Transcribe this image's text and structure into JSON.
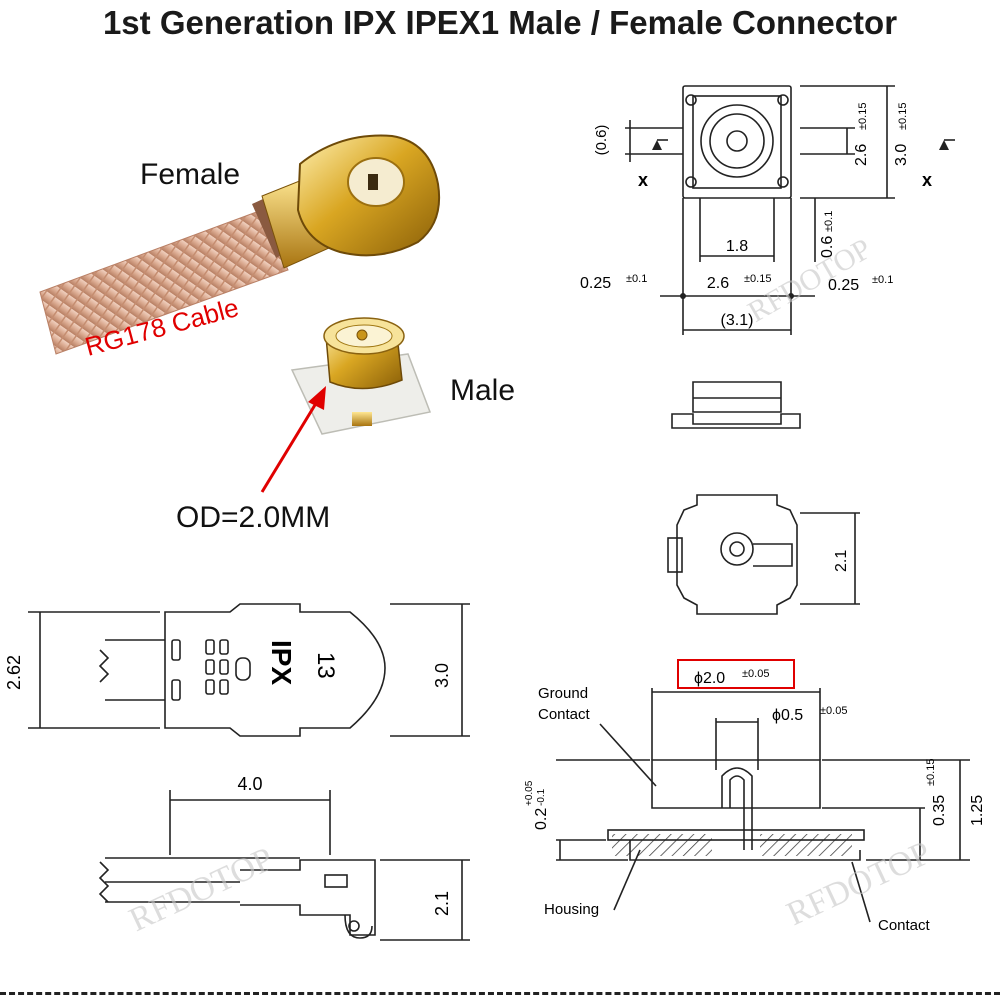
{
  "title": "1st Generation IPX IPEX1 Male / Female Connector",
  "watermark": "RFDOTOP",
  "photo": {
    "female_label": "Female",
    "cable_label": "RG178 Cable",
    "male_label": "Male",
    "od_label": "OD=2.0MM",
    "cable_label_color": "#e00000",
    "arrow_color": "#e00000"
  },
  "female_top_drawing": {
    "dim_0_6_paren": "(0.6)",
    "dim_2_6_vert": "2.6",
    "tol_2_6_vert": "±0.15",
    "dim_3_0_vert": "3.0",
    "tol_3_0_vert": "±0.15",
    "dim_0_6_side": "0.6",
    "tol_0_6_side": "±0.1",
    "dim_1_8": "1.8",
    "dim_2_6_horiz": "2.6",
    "tol_2_6_horiz": "±0.15",
    "dim_3_1_paren": "(3.1)",
    "dim_0_25_left": "0.25",
    "tol_0_25_left": "±0.1",
    "dim_0_25_right": "0.25",
    "tol_0_25_right": "±0.1",
    "section_mark": "x"
  },
  "female_bottom_drawing": {
    "dim_2_1": "2.1"
  },
  "male_plug_drawing": {
    "dim_2_62": "2.62",
    "dim_3_0": "3.0",
    "dim_4_0": "4.0",
    "dim_2_1": "2.1",
    "stamp_ipx": "IPX",
    "stamp_13": "13"
  },
  "section_drawing": {
    "phi_2_0": "ϕ2.0",
    "tol_phi_2_0": "±0.05",
    "phi_0_5": "ϕ0.5",
    "tol_phi_0_5": "±0.05",
    "ground_contact_line1": "Ground",
    "ground_contact_line2": "Contact",
    "housing": "Housing",
    "contact": "Contact",
    "dim_0_2": "0.2",
    "tol_0_2_plus": "+0.05",
    "tol_0_2_minus": "-0.1",
    "dim_0_35": "0.35",
    "tol_0_35": "±0.15",
    "dim_1_25": "1.25",
    "highlight_color": "#e00000"
  }
}
